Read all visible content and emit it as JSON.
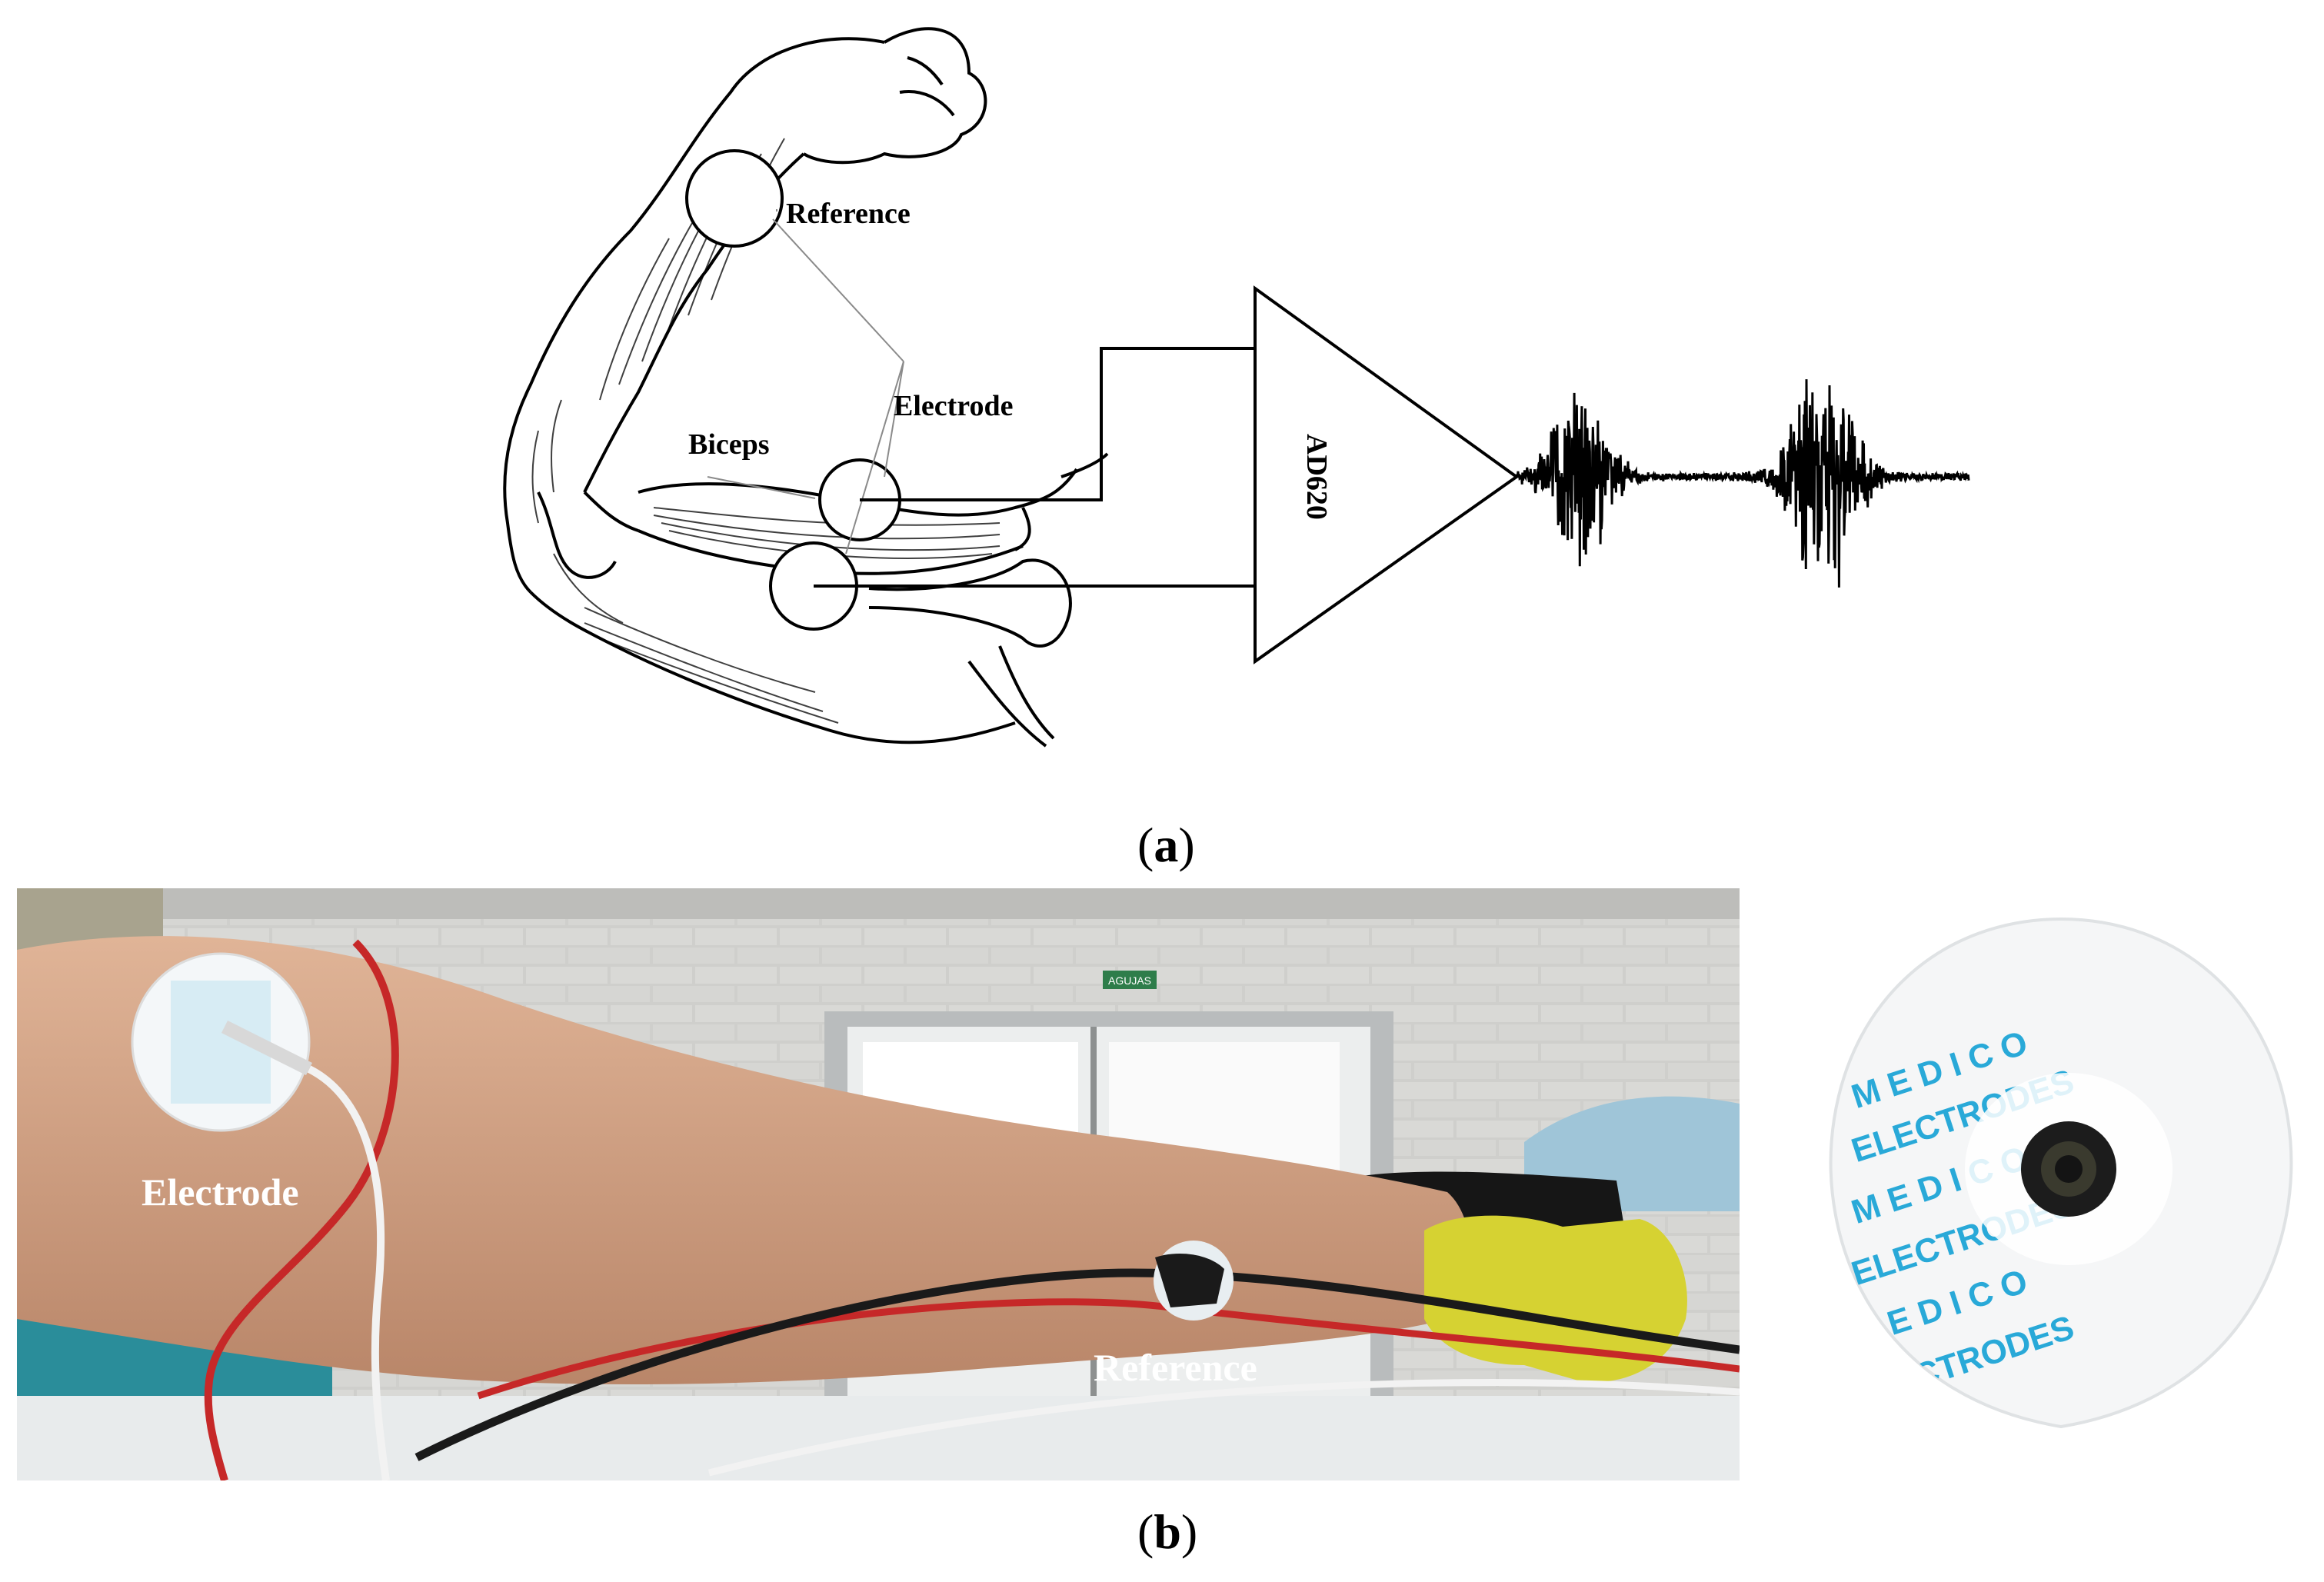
{
  "figure_a": {
    "labels": {
      "reference": "Reference",
      "electrode": "Electrode",
      "biceps": "Biceps",
      "amplifier": "AD620"
    },
    "caption": {
      "open": "(",
      "letter": "a",
      "close": ")"
    }
  },
  "figure_b": {
    "photo_labels": {
      "electrode": "Electrode",
      "reference": "Reference"
    },
    "exit_sign": "AGUJAS",
    "electrode_pad_text": [
      "M E D I C O",
      "ELECTRODES",
      "M E D I C O",
      "ELECTRODES",
      "M E D I C O",
      "ELECTRODES"
    ],
    "caption": {
      "open": "(",
      "letter": "b",
      "close": ")"
    }
  },
  "colors": {
    "electrode_print": "#29a9d8",
    "red_wire": "#c62828",
    "black_wire": "#1a1a1a",
    "white_wire": "#f2f2f2",
    "dumbbell": "#d6d232",
    "skin": "#d9a98c"
  }
}
